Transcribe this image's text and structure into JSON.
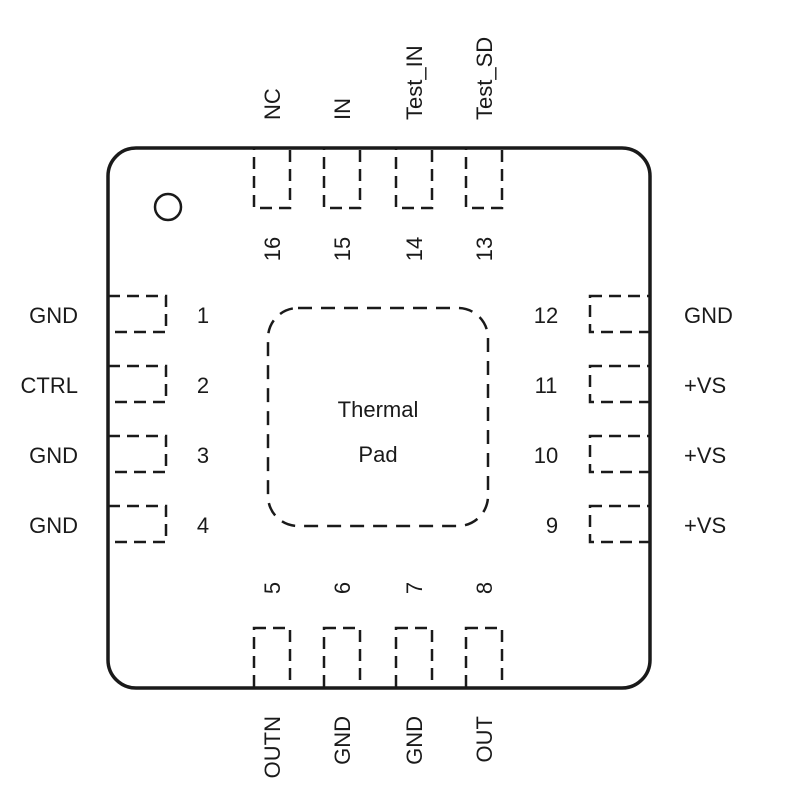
{
  "package": {
    "pad_label_line1": "Thermal",
    "pad_label_line2": "Pad"
  },
  "pins": {
    "left": [
      {
        "number": "1",
        "name": "GND"
      },
      {
        "number": "2",
        "name": "CTRL"
      },
      {
        "number": "3",
        "name": "GND"
      },
      {
        "number": "4",
        "name": "GND"
      }
    ],
    "bottom": [
      {
        "number": "5",
        "name": "OUTN"
      },
      {
        "number": "6",
        "name": "GND"
      },
      {
        "number": "7",
        "name": "GND"
      },
      {
        "number": "8",
        "name": "OUT"
      }
    ],
    "right": [
      {
        "number": "9",
        "name": "+VS"
      },
      {
        "number": "10",
        "name": "+VS"
      },
      {
        "number": "11",
        "name": "+VS"
      },
      {
        "number": "12",
        "name": "GND"
      }
    ],
    "top": [
      {
        "number": "13",
        "name": "Test_SD"
      },
      {
        "number": "14",
        "name": "Test_IN"
      },
      {
        "number": "15",
        "name": "IN"
      },
      {
        "number": "16",
        "name": "NC"
      }
    ]
  },
  "colors": {
    "line": "#1a1a1a",
    "text": "#1a1a1a",
    "background": "#ffffff"
  }
}
